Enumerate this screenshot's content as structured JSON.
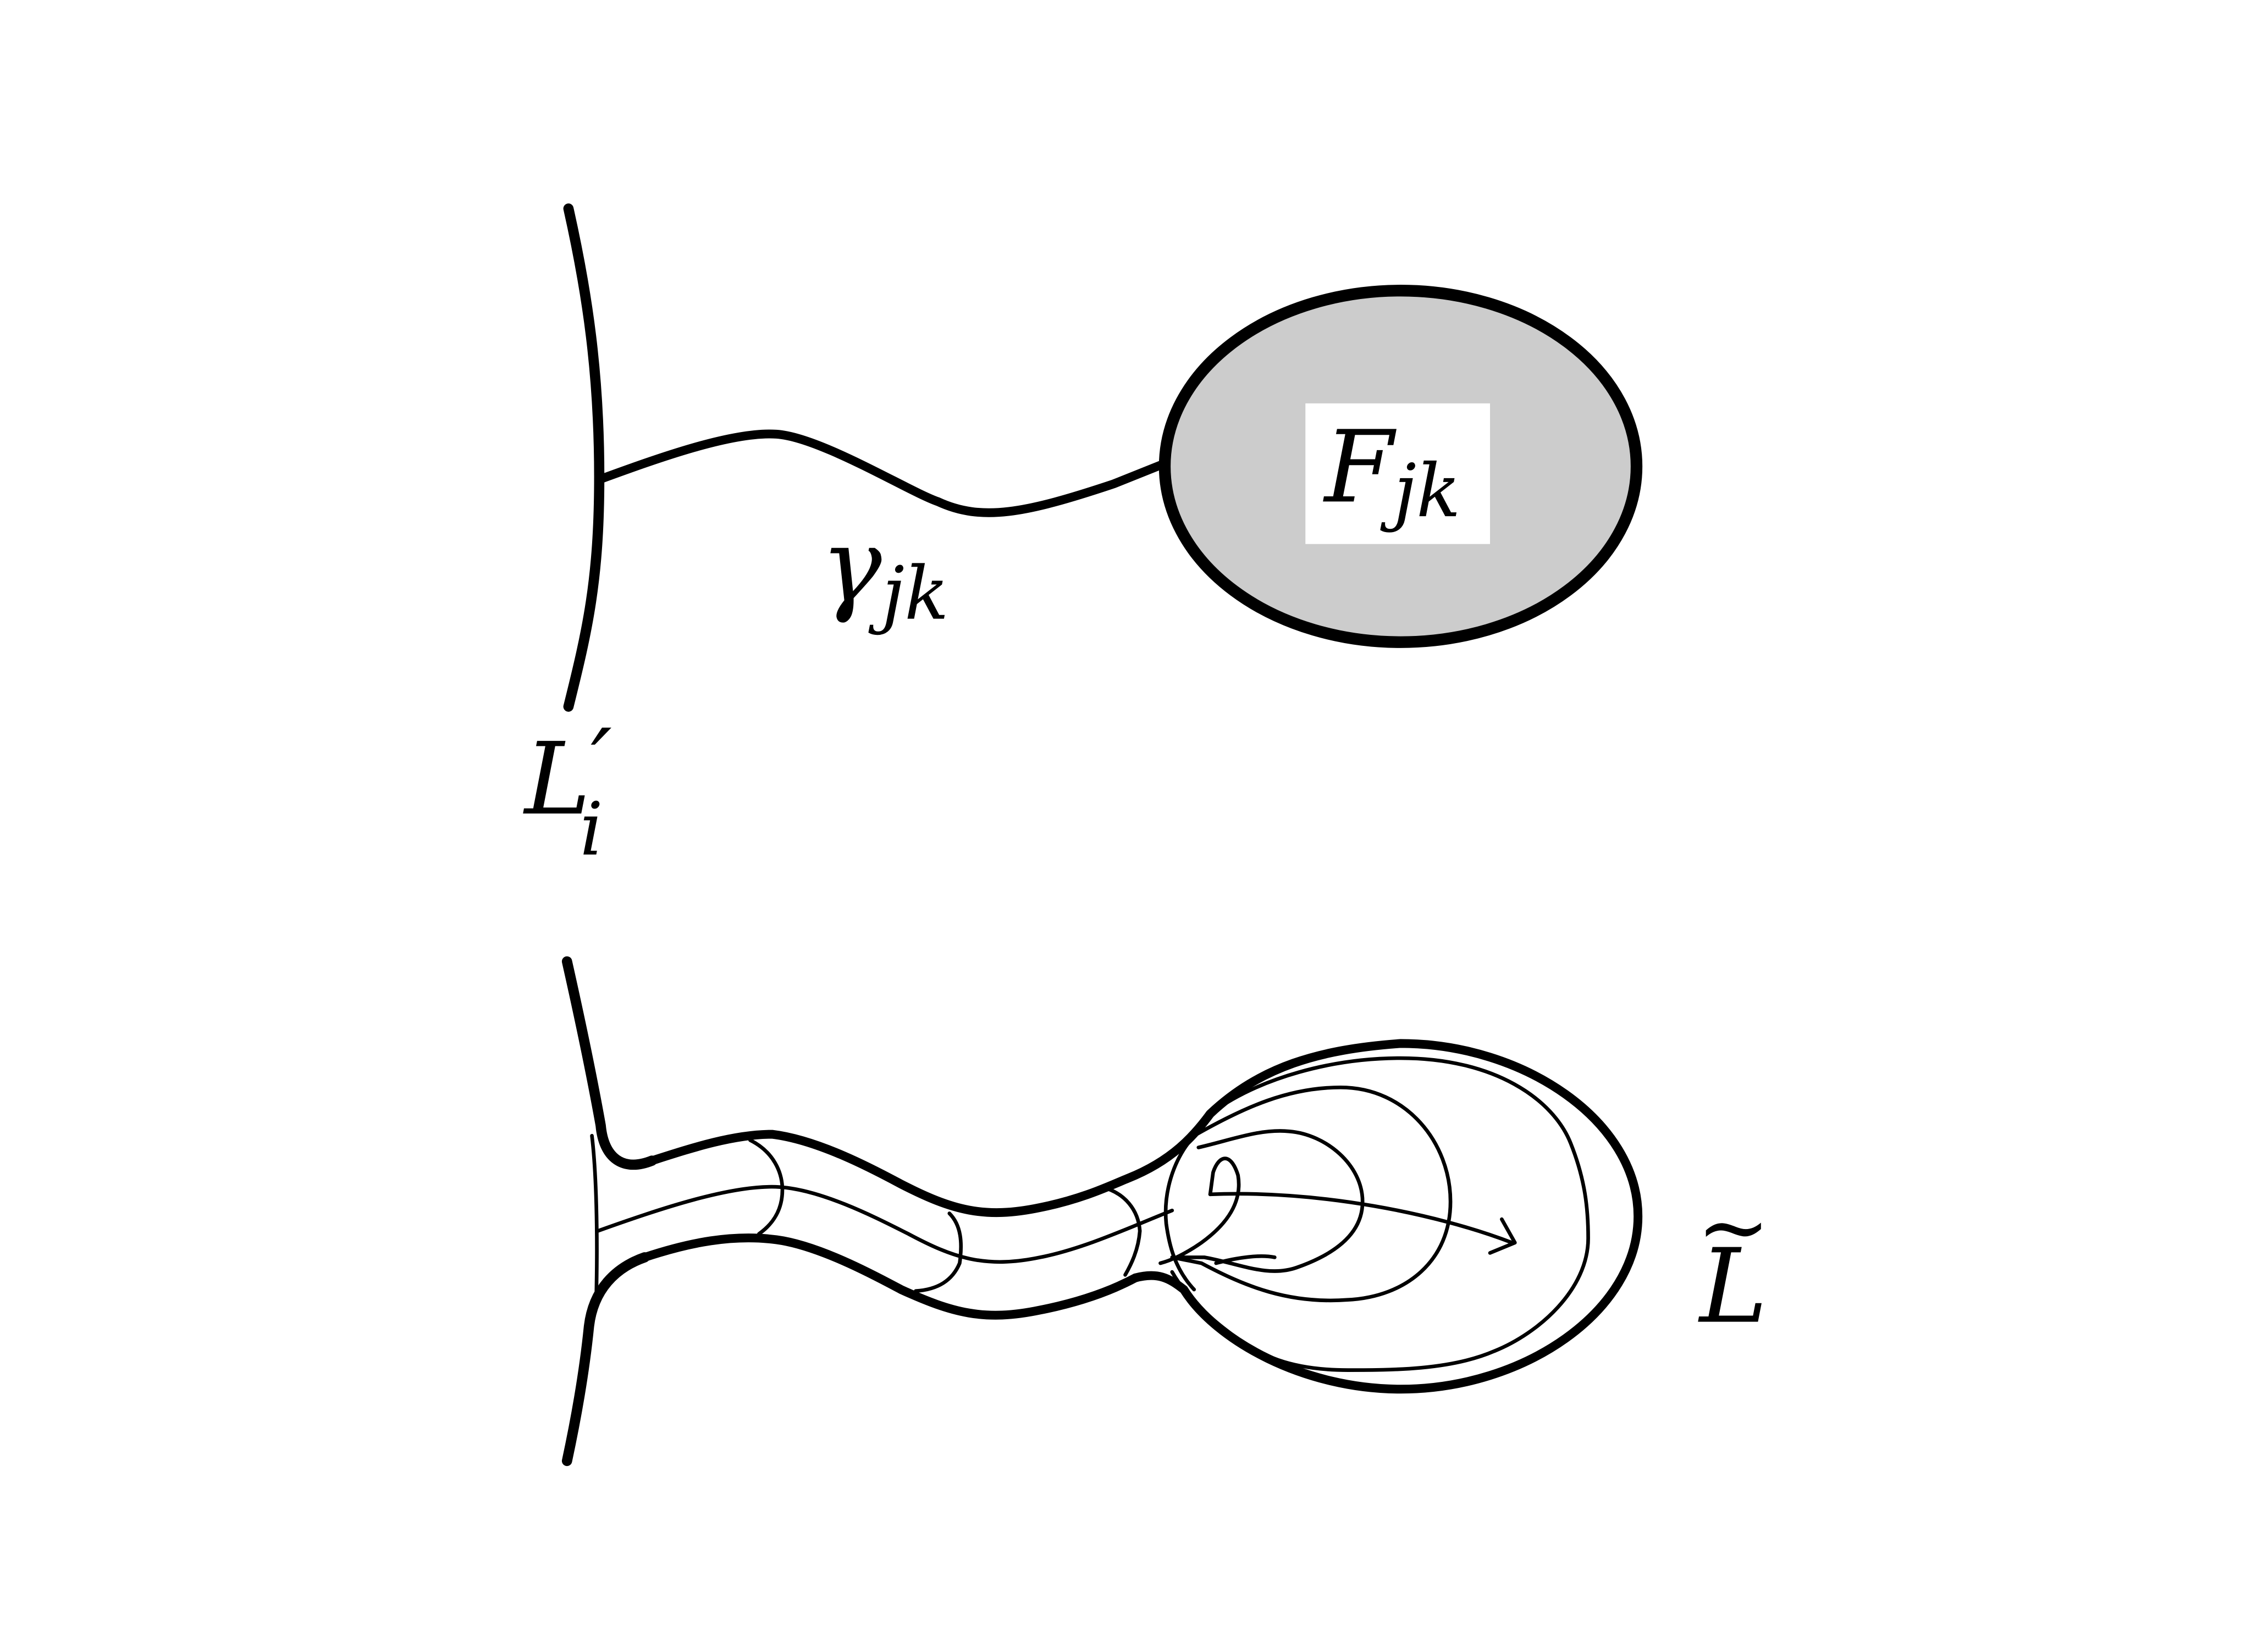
{
  "figure": {
    "top_panel": {
      "leaf_label": {
        "base": "L",
        "prime": "′",
        "subscript": "i"
      },
      "curve_label": {
        "base": "γ",
        "subscript": "jk"
      },
      "region_label": {
        "base": "F",
        "subscript": "jk"
      }
    },
    "bottom_panel": {
      "result_label": {
        "base": "L",
        "accent": "~"
      }
    }
  },
  "colors": {
    "stroke": "#000000",
    "region_fill": "#cccccc",
    "label_box": "#ffffff"
  }
}
